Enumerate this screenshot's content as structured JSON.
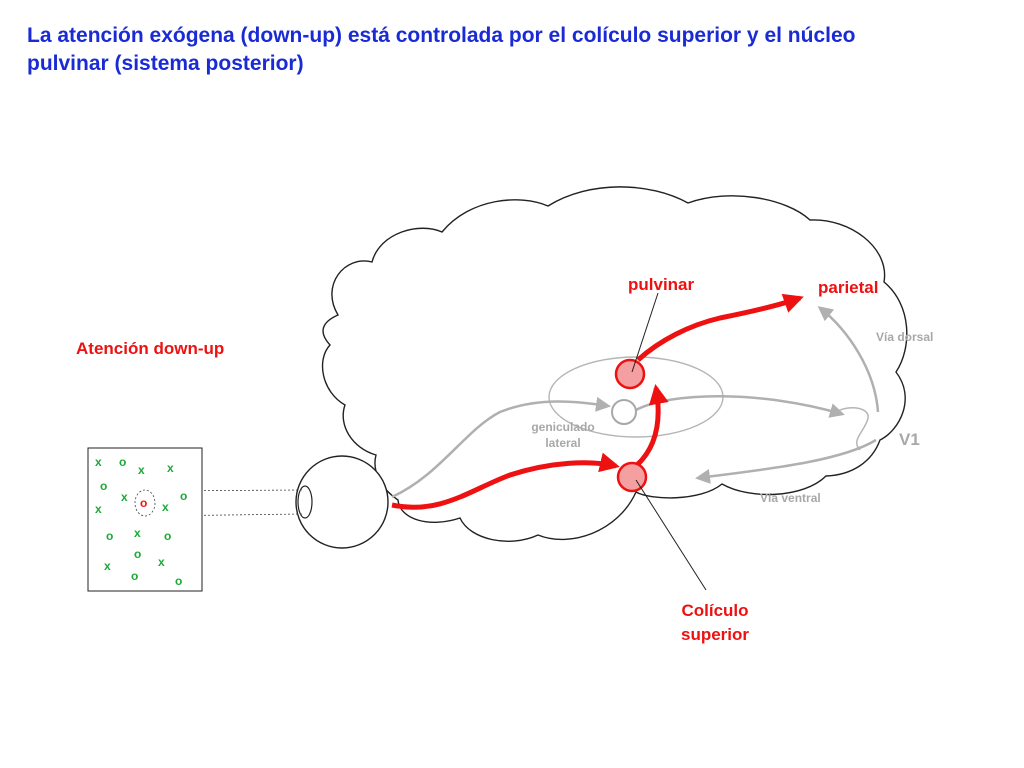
{
  "title": {
    "line1": "La atención exógena (down-up) está controlada por el colículo superior y el núcleo",
    "line2": "pulvinar (sistema posterior)"
  },
  "labels": {
    "attention": "Atención down-up",
    "pulvinar": "pulvinar",
    "parietal": "parietal",
    "via_dorsal": "Vía dorsal",
    "geniculado_1": "geniculado",
    "geniculado_2": "lateral",
    "v1": "V1",
    "via_ventral": "Vía ventral",
    "coliculo_1": "Colículo",
    "coliculo_2": "superior"
  },
  "stimulus": {
    "target": "o",
    "distractors": [
      "x",
      "o",
      "x",
      "x",
      "o",
      "x",
      "o",
      "x",
      "x",
      "o",
      "x",
      "o",
      "o",
      "x",
      "x",
      "o",
      "o"
    ]
  },
  "colors": {
    "title": "#1a2bd6",
    "accent": "#ee1111",
    "pathway_gray": "#b0b0b0",
    "stimulus_green": "#1fa83a",
    "node_fill": "#f4a0a0"
  }
}
